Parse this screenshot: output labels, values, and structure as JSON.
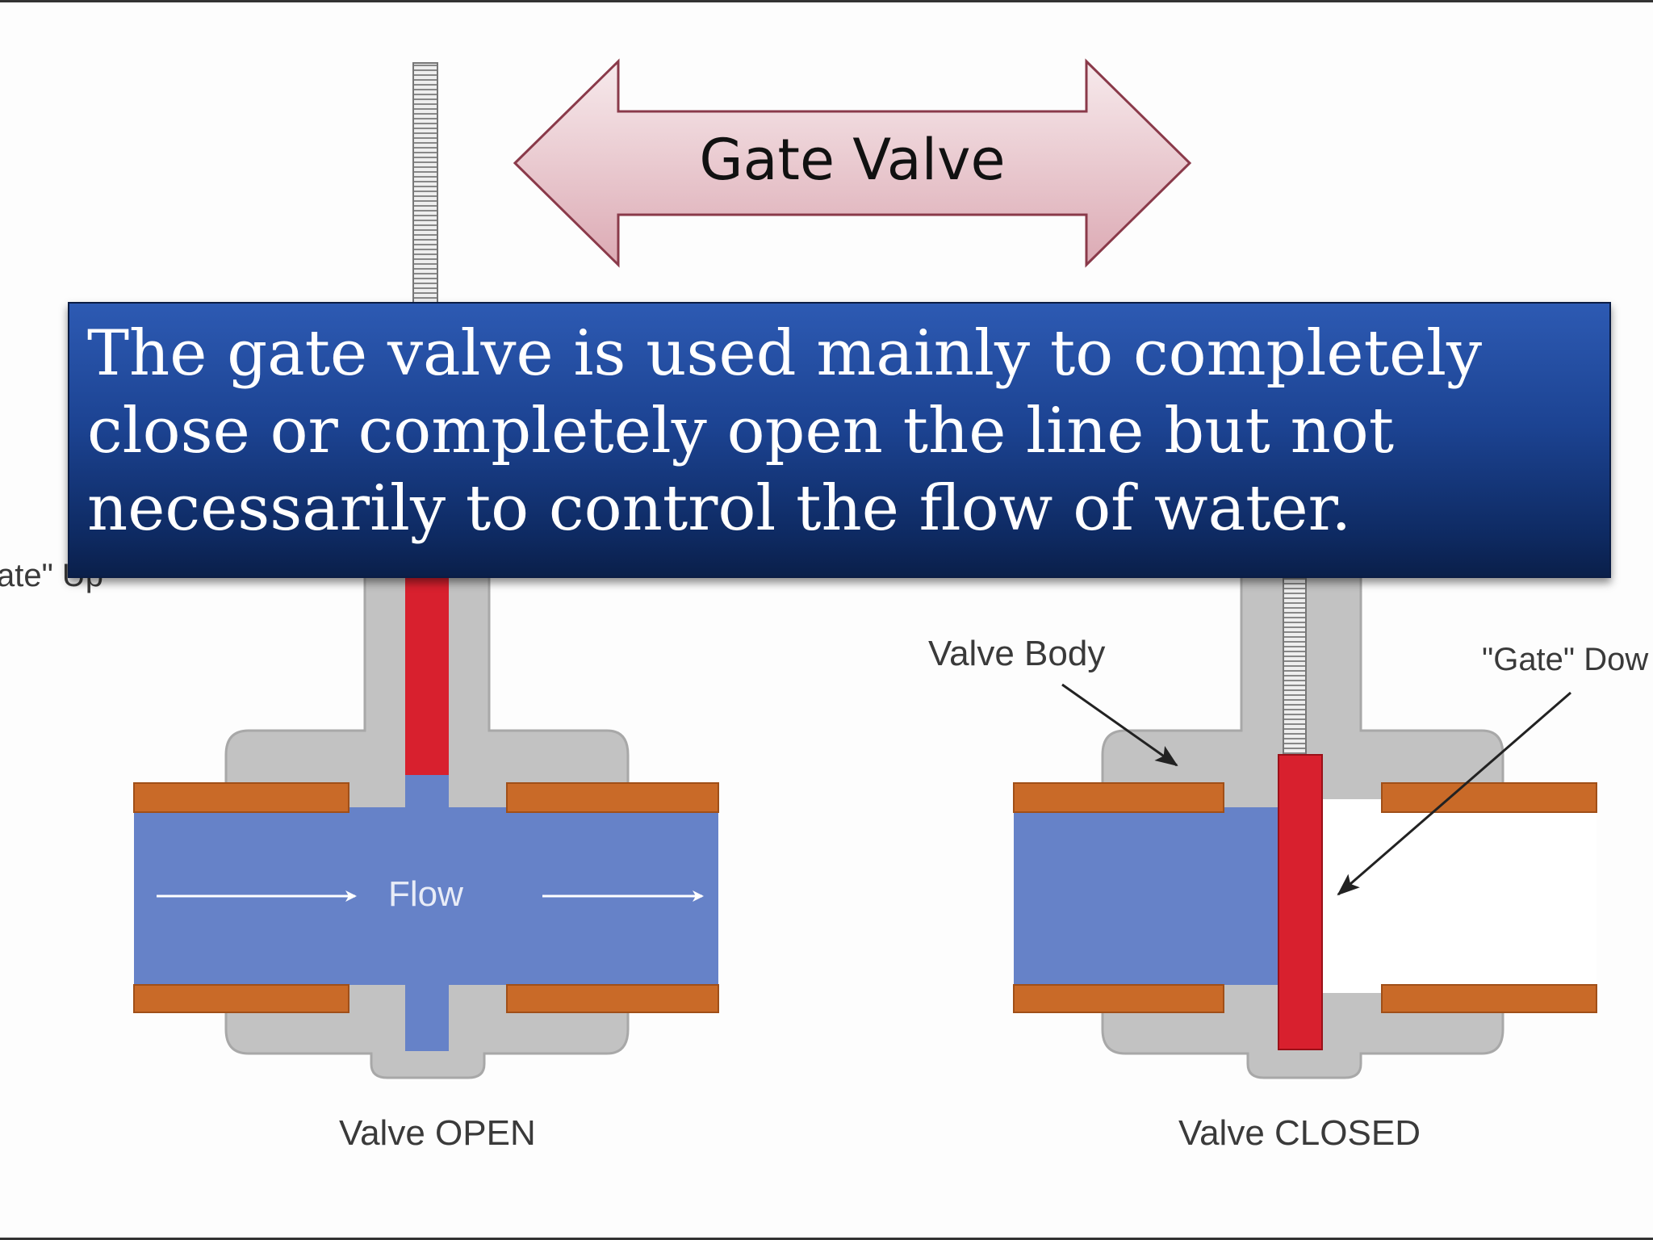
{
  "title": "Gate Valve",
  "banner_text": " The gate valve is used mainly to completely close or completely open the line but not necessarily to control the flow of water.",
  "labels": {
    "gate_up_partial": "ate\" Up",
    "valve_body": "Valve Body",
    "gate_down": "\"Gate\" Dow",
    "flow": "Flow",
    "valve_open": "Valve OPEN",
    "valve_closed": "Valve CLOSED"
  },
  "colors": {
    "valve_body": "#c2c2c2",
    "water": "#6682c8",
    "gate": "#d8202e",
    "flange": "#c96a28",
    "banner": "#1c4392",
    "title_arrow_fill": "#eccdd3",
    "title_arrow_stroke": "#8a3a4a"
  }
}
